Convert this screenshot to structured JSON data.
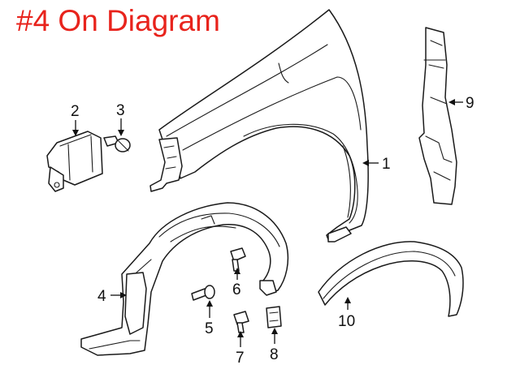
{
  "title": "#4 On Diagram",
  "colors": {
    "title": "#e8231c",
    "lines": "#1a1a1a",
    "background": "#ffffff"
  },
  "callouts": [
    "1",
    "2",
    "3",
    "4",
    "5",
    "6",
    "7",
    "8",
    "9",
    "10"
  ]
}
